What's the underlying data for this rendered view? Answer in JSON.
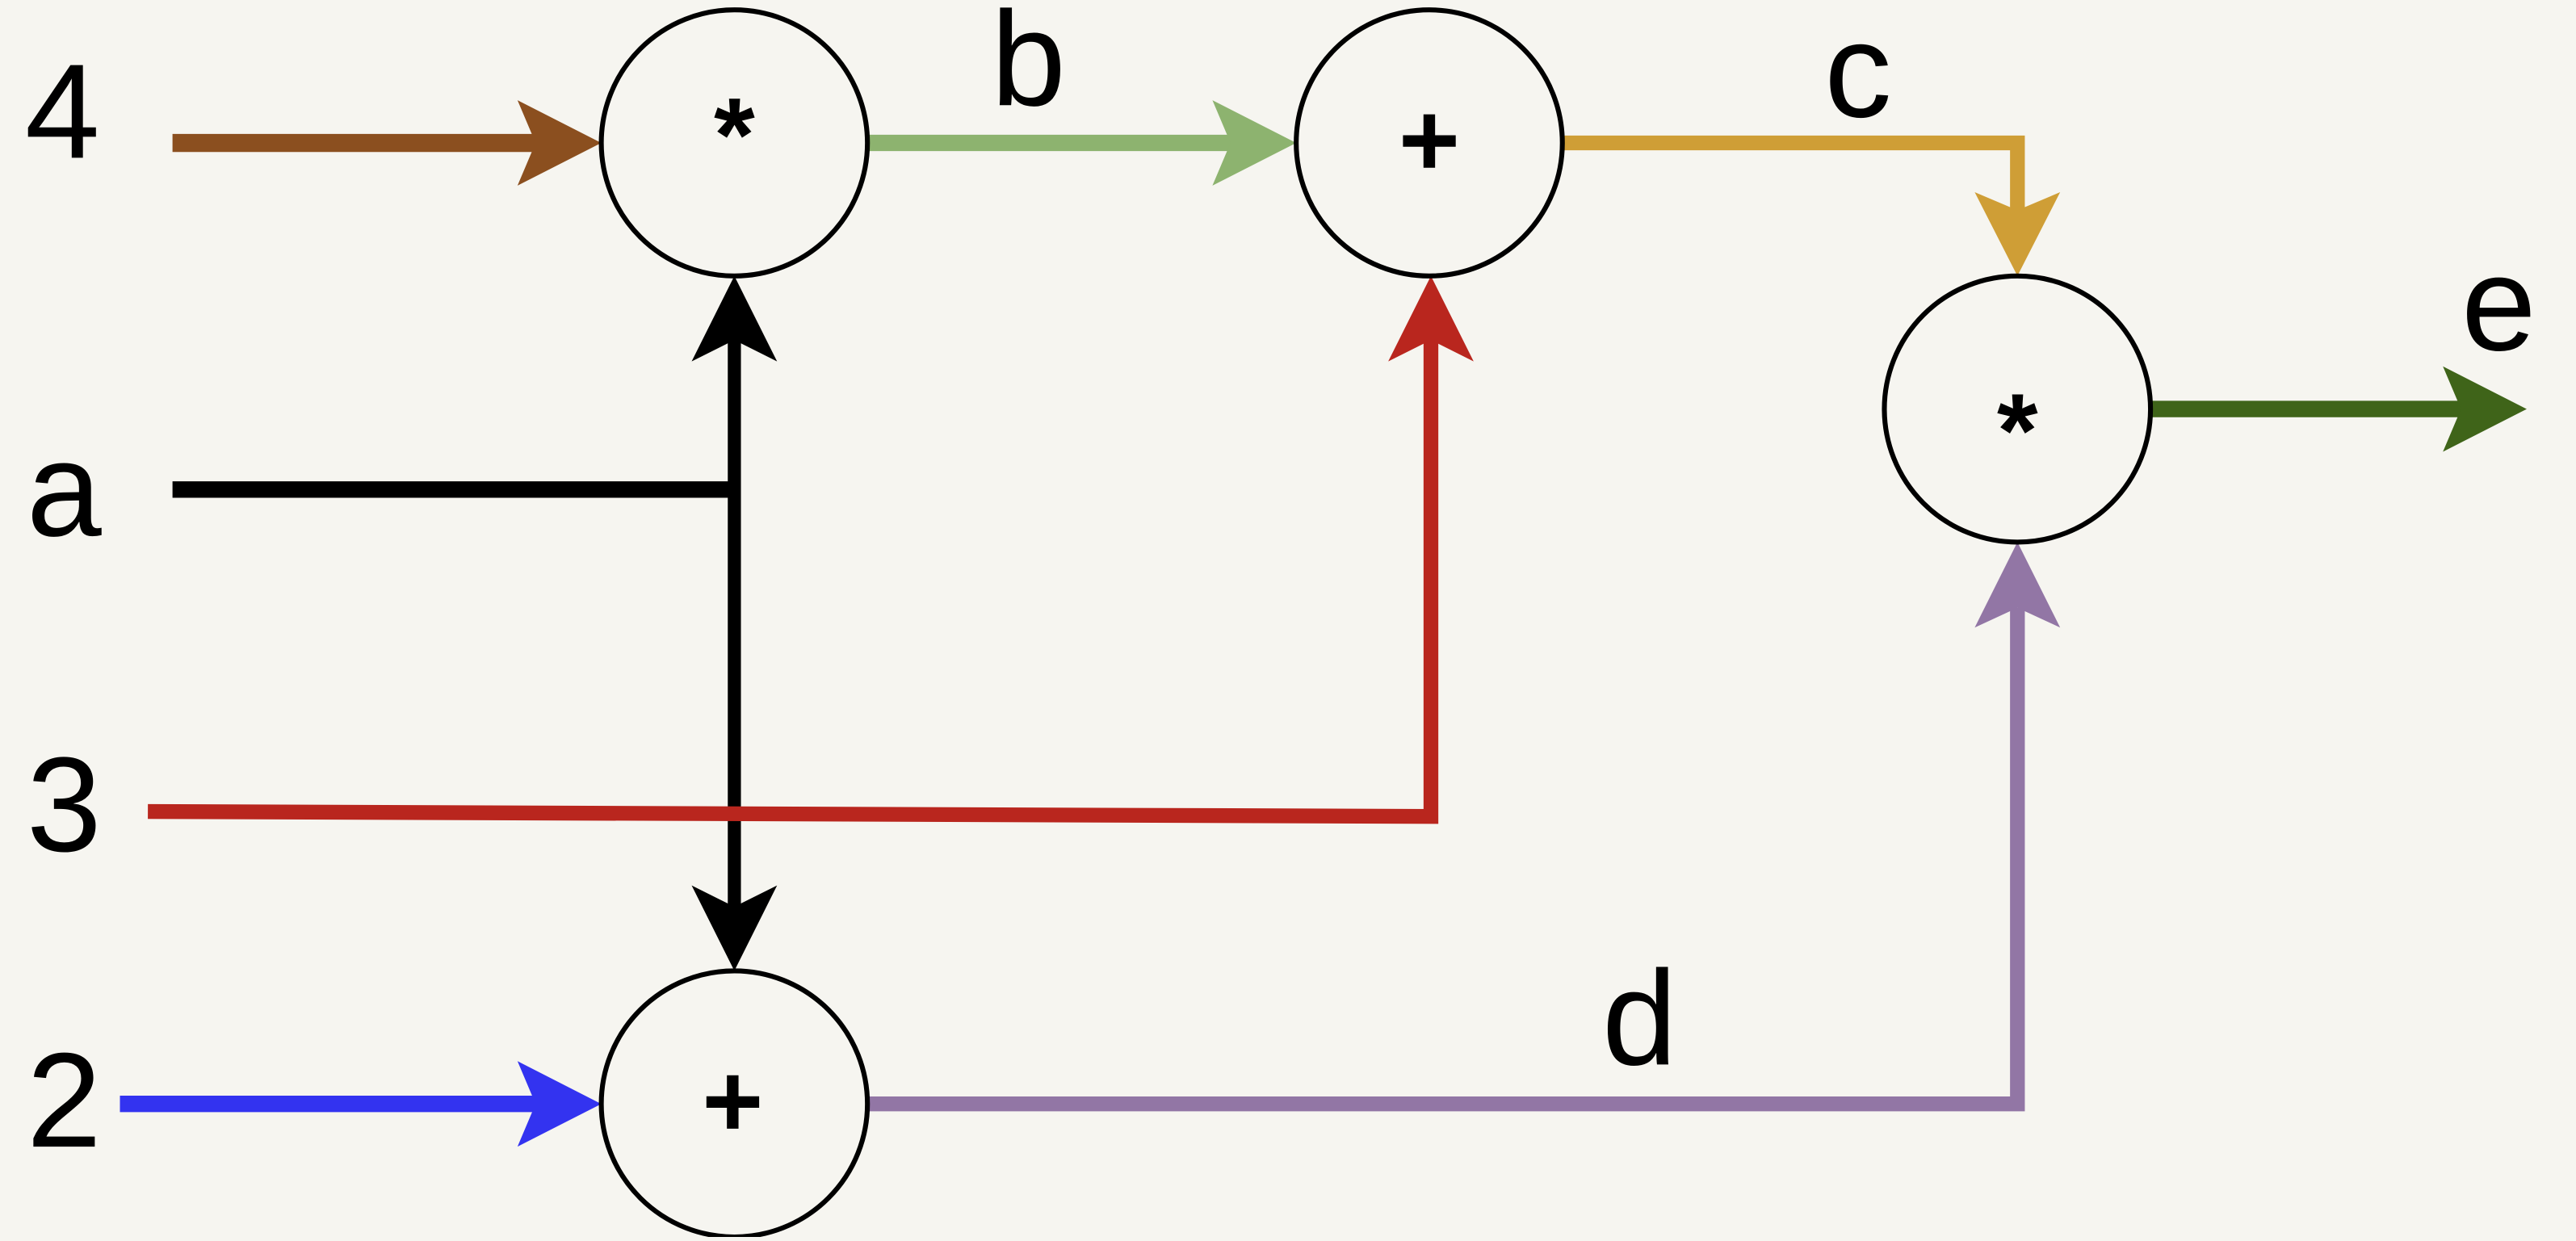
{
  "diagram": {
    "title": "",
    "background": "#f6f5f0",
    "inputs": [
      {
        "id": "in_4",
        "label": "4"
      },
      {
        "id": "in_a",
        "label": "a"
      },
      {
        "id": "in_3",
        "label": "3"
      },
      {
        "id": "in_2",
        "label": "2"
      }
    ],
    "nodes": [
      {
        "id": "mul1",
        "op": "*"
      },
      {
        "id": "add1",
        "op": "+"
      },
      {
        "id": "add2",
        "op": "+"
      },
      {
        "id": "mul2",
        "op": "*"
      }
    ],
    "edge_labels": {
      "b": "b",
      "c": "c",
      "d": "d",
      "e": "e"
    },
    "edges": [
      {
        "from": "in_4",
        "to": "mul1",
        "color": "#8b4f1f"
      },
      {
        "from": "in_a",
        "to": "mul1",
        "color": "#000000"
      },
      {
        "from": "in_a",
        "to": "add2",
        "color": "#000000"
      },
      {
        "from": "in_3",
        "to": "add1",
        "color": "#b9261e"
      },
      {
        "from": "in_2",
        "to": "add2",
        "color": "#3333f0"
      },
      {
        "from": "mul1",
        "to": "add1",
        "label": "b",
        "color": "#8db36f"
      },
      {
        "from": "add1",
        "to": "mul2",
        "label": "c",
        "color": "#cf9e36"
      },
      {
        "from": "add2",
        "to": "mul2",
        "label": "d",
        "color": "#9276a5"
      },
      {
        "from": "mul2",
        "to": "out",
        "label": "e",
        "color": "#3f6419"
      }
    ]
  }
}
